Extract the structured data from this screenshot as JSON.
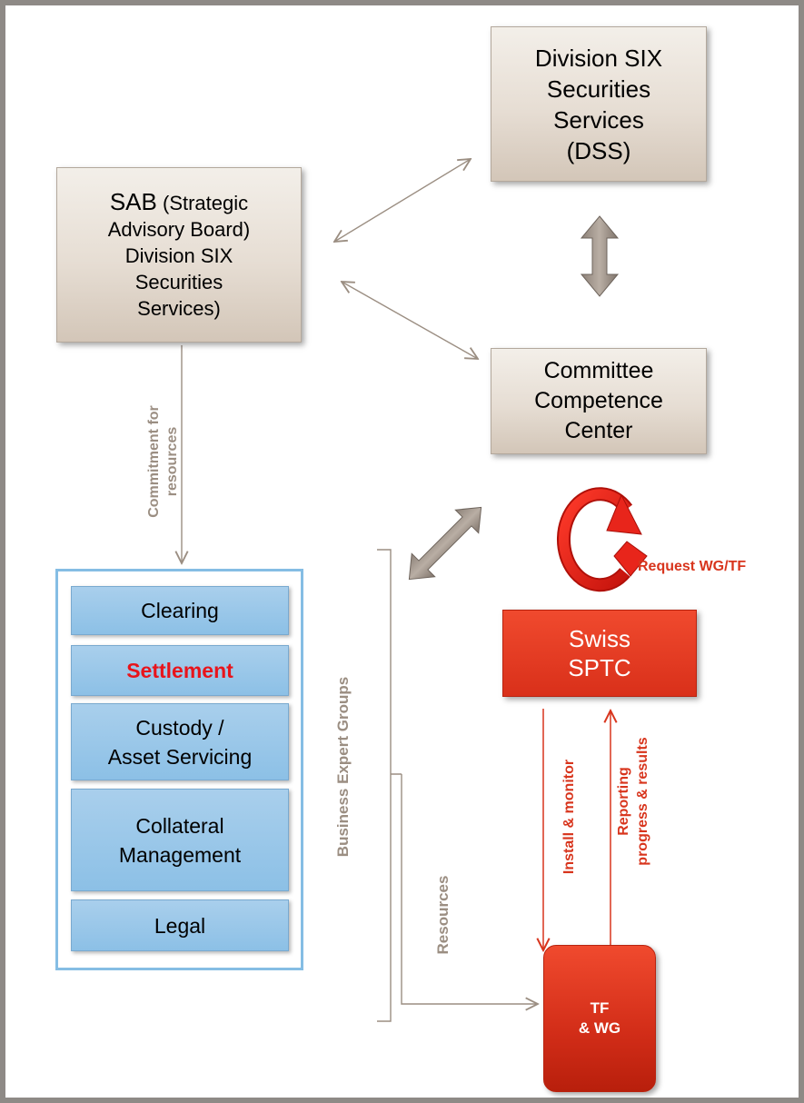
{
  "nodes": {
    "dss": "Division SIX\nSecurities\nServices\n(DSS)",
    "sab_abbr": "SAB",
    "sab_rest": " (Strategic\nAdvisory Board)\nDivision SIX\nSecurities\nServices)",
    "ccc": "Committee\nCompetence\nCenter",
    "swiss_sptc": "Swiss\nSPTC",
    "tf_wg": "TF\n& WG"
  },
  "expert_groups": {
    "items": [
      "Clearing",
      "Settlement",
      "Custody /\nAsset Servicing",
      "Collateral\nManagement",
      "Legal"
    ],
    "highlighted": "Settlement",
    "highlight_color": "#e8141b"
  },
  "labels": {
    "commitment": "Commitment for\nresources",
    "business_expert_groups": "Business Expert Groups",
    "resources": "Resources",
    "install_monitor": "Install & monitor",
    "reporting": "Reporting\nprogress & results",
    "request": "Request WG/TF"
  },
  "colors": {
    "background_frame": "#8e8a86",
    "connector": "#9b8e82",
    "accent_red": "#d8351d",
    "beige": "#e6ddd3",
    "blue": "#8cc0e6"
  },
  "icons": {
    "cycle": "cycle-arrows-icon"
  }
}
